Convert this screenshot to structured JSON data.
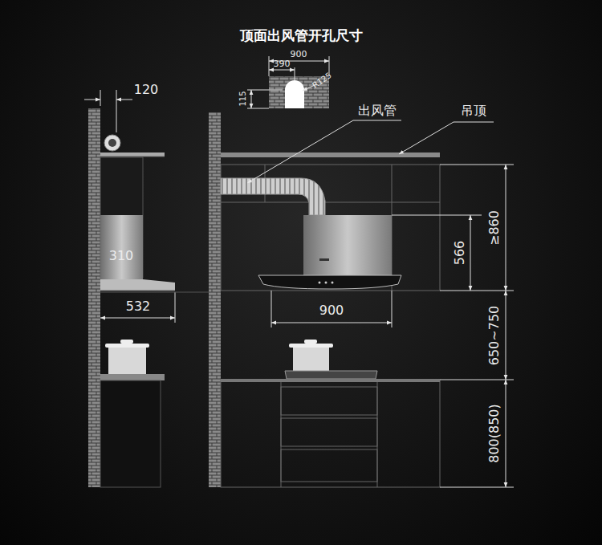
{
  "diagram": {
    "title": "顶面出风管开孔尺寸",
    "labels": [
      "900",
      "390",
      "115",
      "R125",
      "出风管",
      "吊顶",
      "120",
      "310",
      "532",
      "566",
      "≥860",
      "900",
      "650~750",
      "800(850)"
    ]
  }
}
